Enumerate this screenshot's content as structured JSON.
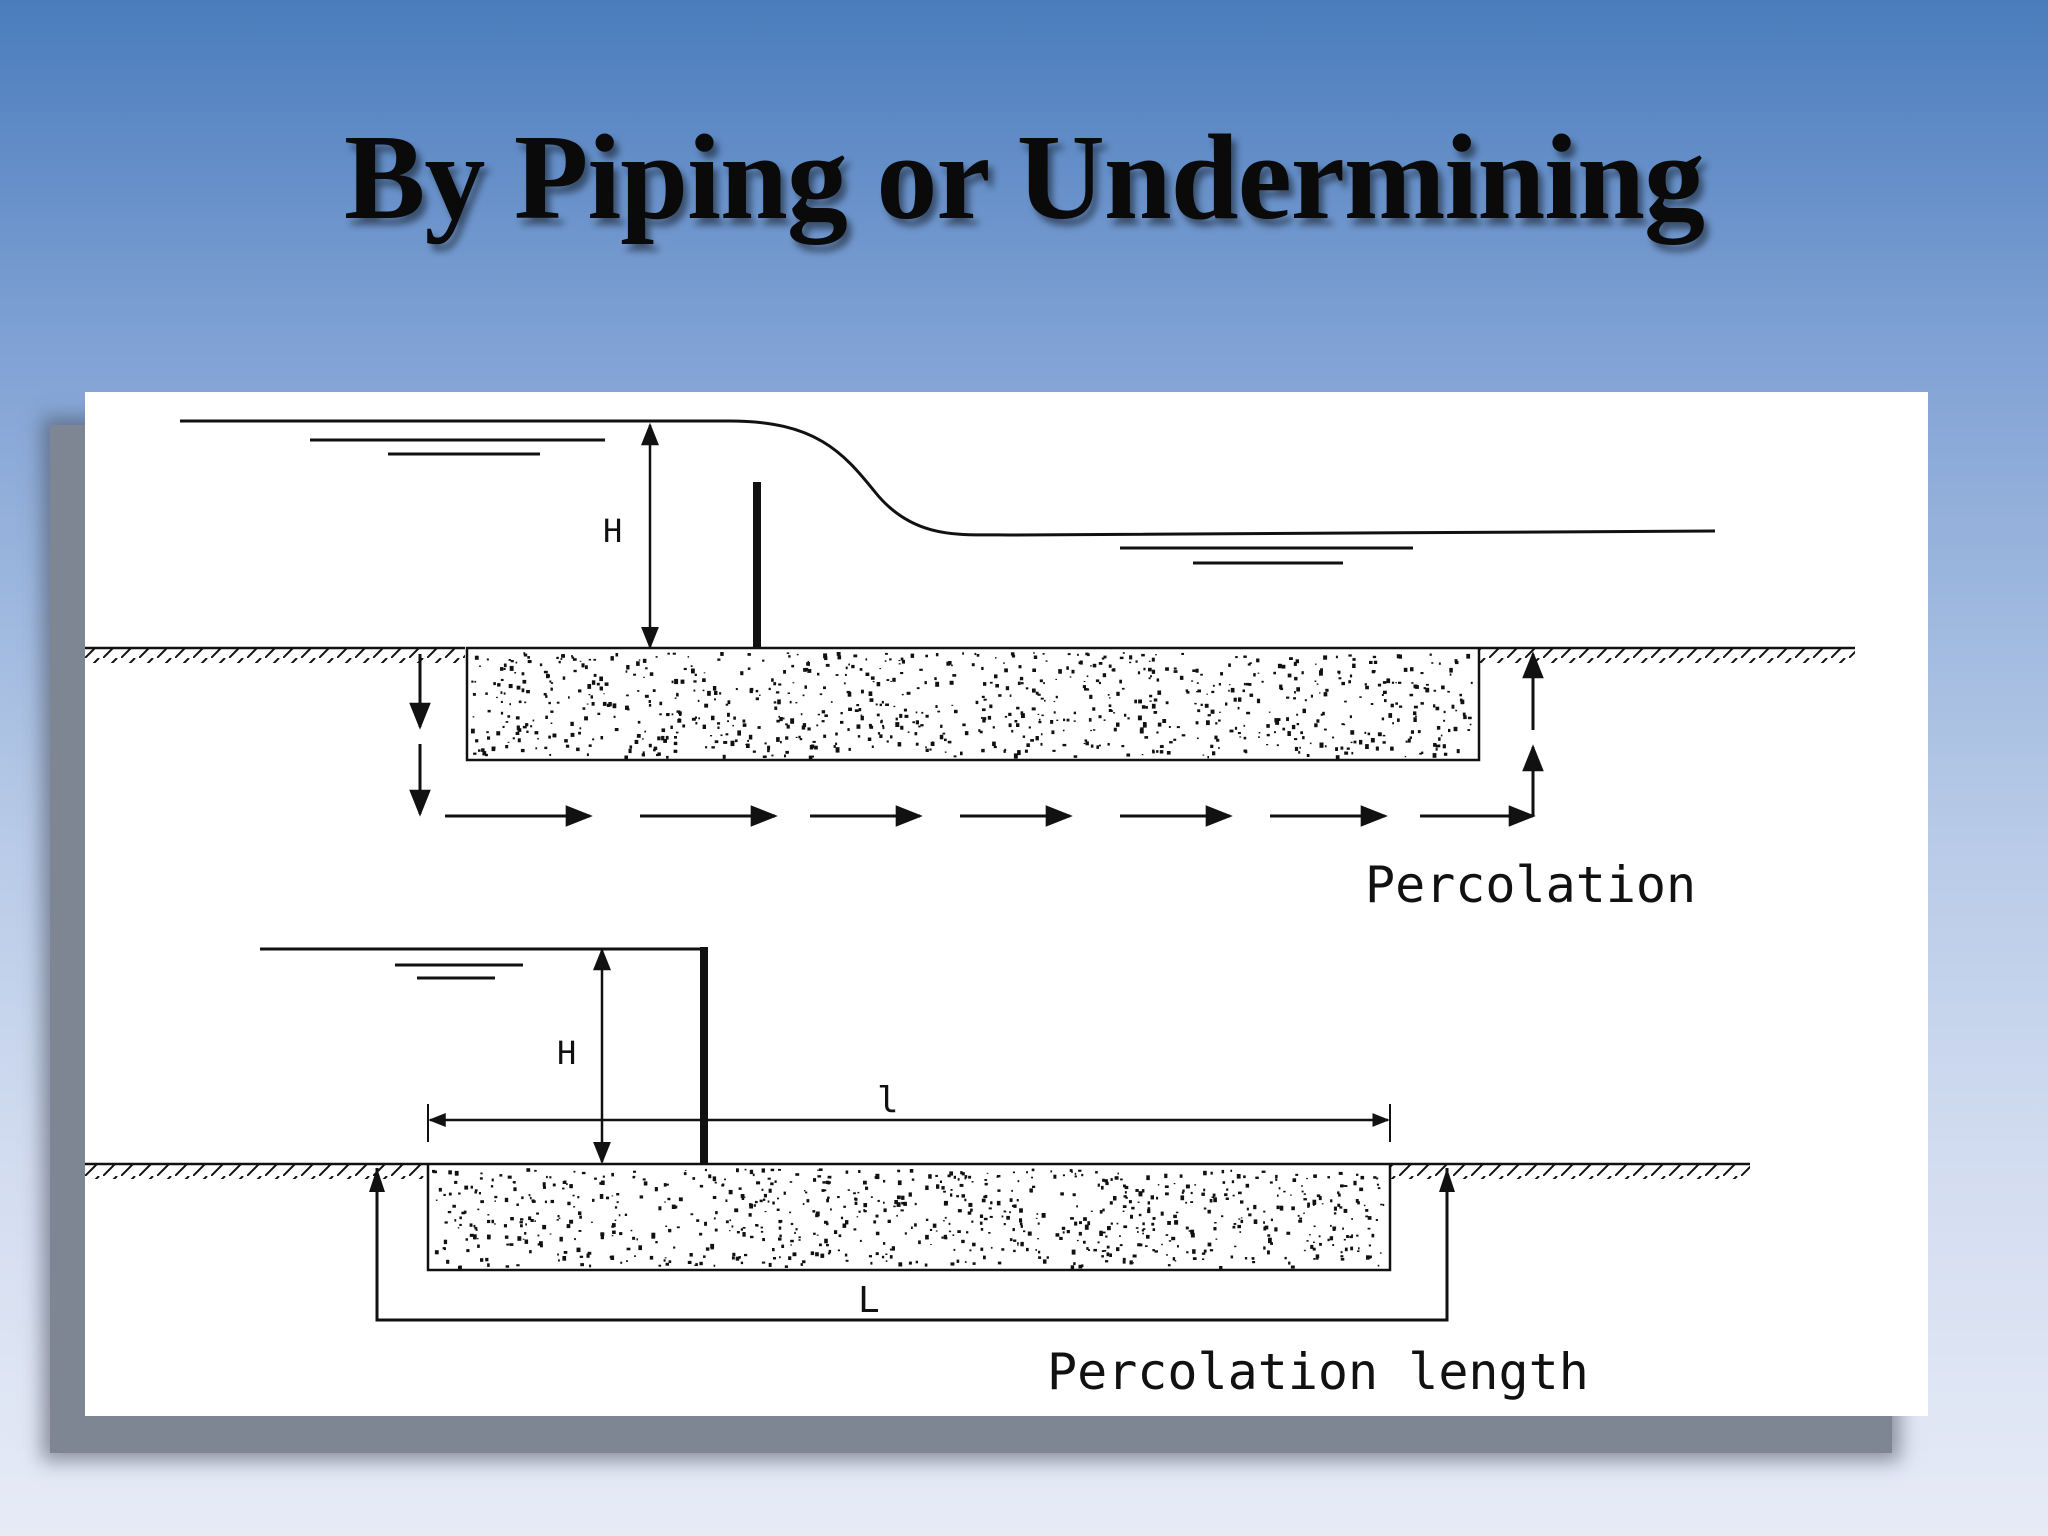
{
  "slide": {
    "title": "By Piping or Undermining"
  },
  "diagram_top": {
    "head_label": "H",
    "caption": "Percolation"
  },
  "diagram_bottom": {
    "head_label": "H",
    "length_label_small": "l",
    "length_label_large": "L",
    "caption": "Percolation length"
  },
  "colors": {
    "background_top": "#4a7cbc",
    "background_bottom": "#e6ebf6",
    "ink": "#111111",
    "figure_bg": "#ffffff"
  }
}
